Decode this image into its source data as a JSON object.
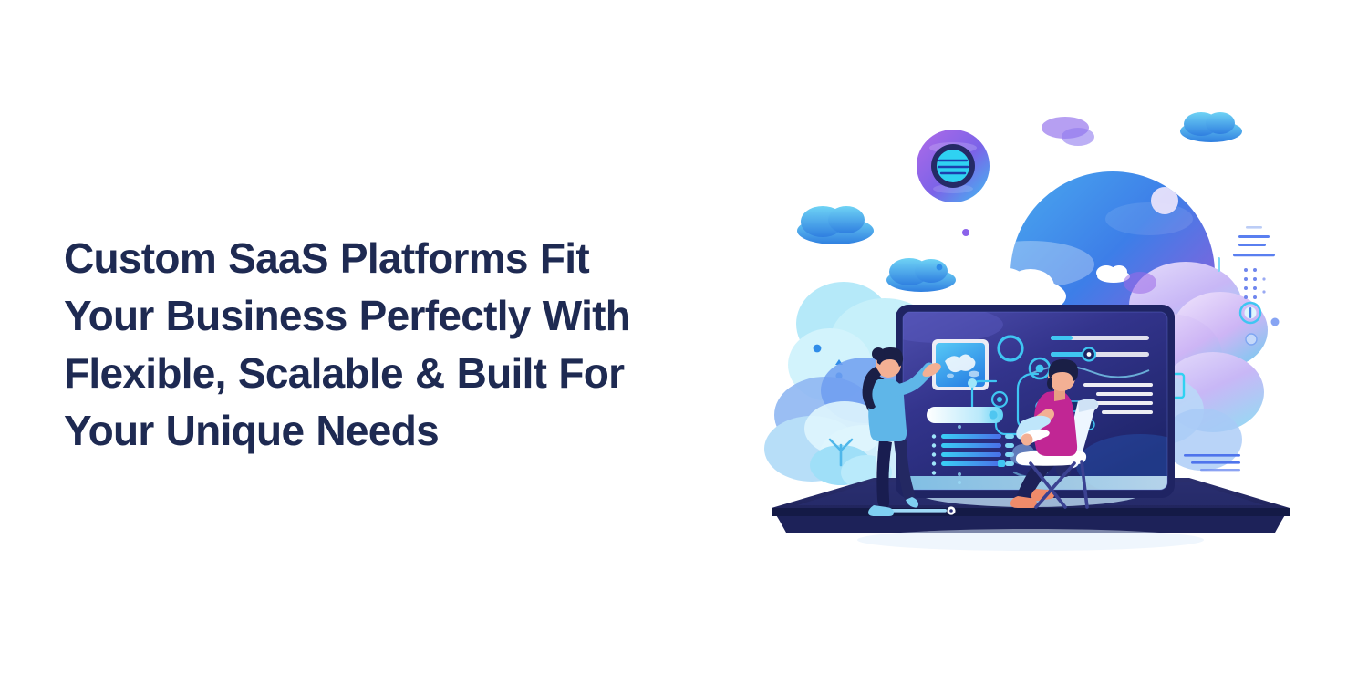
{
  "page": {
    "background_color": "#ffffff",
    "heading_color": "#1e2a52"
  },
  "heading": {
    "full_text": "Custom SaaS Platforms Fit Your Business Perfectly With Flexible, Scalable & Built For Your Unique Needs",
    "line1": "Custom SaaS Platforms Fit",
    "line2": "Your Business Perfectly With",
    "line3": "Flexible, Scalable & Built For",
    "line4": "Your Unique Needs"
  },
  "illustration": {
    "alt": "Isometric illustration of a large laptop on a device base with a woman touching a screen panel and a man seated on a chair using a laptop, surrounded by gradient clouds, a large blue-purple sphere and floating UI data elements",
    "scene_elements": [
      "cloud-rain-data-lines",
      "gradient-sphere-planet",
      "floating-badge-icon",
      "laptop-device-base",
      "dashboard-screen",
      "woman-figure",
      "man-figure-on-chair",
      "purple-cloud-cluster",
      "ui-line-fragments",
      "plant-sprout"
    ],
    "colors": {
      "deep_navy": "#1b1f52",
      "screen_navy": "#2b2f7a",
      "screen_indigo": "#3a3a96",
      "cyan": "#34d6f7",
      "bright_blue": "#2e8bf0",
      "sky_blue": "#64c8f5",
      "pale_cyan": "#b6ecfb",
      "violet": "#8b5cf6",
      "magenta": "#c026a3",
      "lavender": "#c9b6f7",
      "skin": "#f2a98a",
      "coral": "#f08b6a",
      "white": "#ffffff"
    }
  }
}
